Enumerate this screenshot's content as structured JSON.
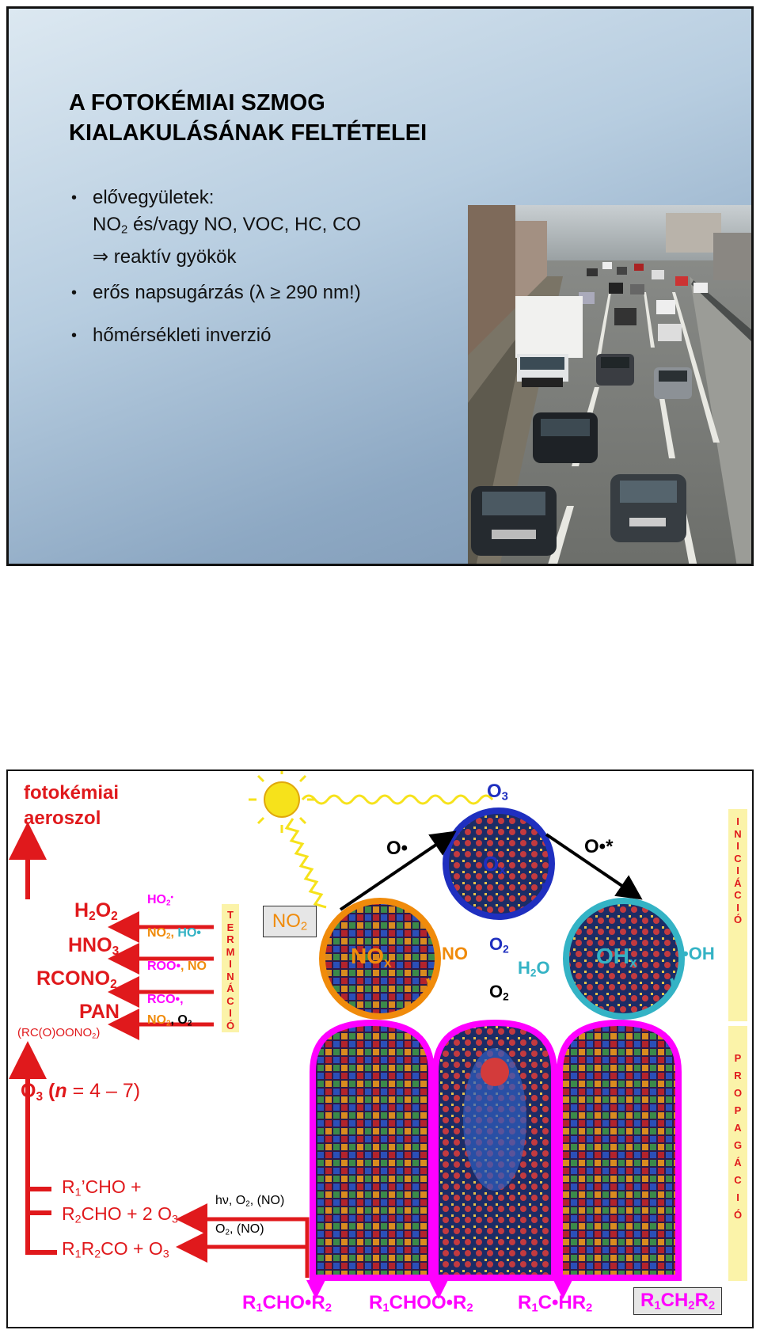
{
  "slide1": {
    "title_line1": "A FOTOKÉMIAI SZMOG",
    "title_line2": "KIALAKULÁSÁNAK FELTÉTELEI",
    "bullet1_text": "elővegyületek:",
    "bullet1_line2_prefix": "NO",
    "bullet1_line2_sub": "2",
    "bullet1_line2_rest": " és/vagy NO, VOC, HC, CO",
    "bullet1_line3_arrow": "⇒",
    "bullet1_line3_text": " reaktív gyökök",
    "bullet2_text_a": "erős napsugárzás (",
    "bullet2_lambda": "λ",
    "bullet2_geq": " ≥ ",
    "bullet2_text_b": "290 nm!)",
    "bullet3_text": "hőmérsékleti inverzió",
    "bullet_symbol": "•"
  },
  "slide2": {
    "aerosol_line1": "fotokémiai",
    "aerosol_line2": "aeroszol",
    "left_products": {
      "h2o2": [
        "H",
        "2",
        "O",
        "2"
      ],
      "hno3": [
        "HNO",
        "3"
      ],
      "rcono2": [
        "RCONO",
        "2"
      ],
      "pan": "PAN",
      "pan_formula": [
        "(RC(O)OONO",
        "2",
        ")"
      ]
    },
    "termination_reactants": {
      "r1": [
        "HO",
        "2",
        "•"
      ],
      "r2a": [
        "NO",
        "2",
        ", "
      ],
      "r2b": "HO•",
      "r3a": "ROO•",
      "r3b": ", NO",
      "r4": "RCO•,",
      "r5a": [
        "NO",
        "2",
        ", O",
        "2"
      ]
    },
    "terminacio_letters": [
      "T",
      "E",
      "R",
      "M",
      "I",
      "N",
      "Á",
      "C",
      "I",
      "Ó"
    ],
    "no2_box": [
      "NO",
      "2"
    ],
    "o3_n": {
      "o": "O",
      "sub": "3",
      "paren_open": " (",
      "n": "n",
      "eq": " = 4 – 7)"
    },
    "bottom_products": {
      "l1": [
        "R",
        "1",
        "’CHO +"
      ],
      "l2": [
        "R",
        "2",
        "CHO + 2 O",
        "3"
      ],
      "l3": [
        "R",
        "1",
        "R",
        "2",
        "CO + O",
        "3"
      ]
    },
    "conditions": {
      "c1": [
        "hν, O",
        "2",
        ", (NO)"
      ],
      "c2": [
        "O",
        "2",
        ", (NO)"
      ]
    },
    "cycle": {
      "o3_top": [
        "O",
        "3"
      ],
      "o_dot": "O•",
      "o_star": "O•*",
      "nox": [
        "NO",
        "x"
      ],
      "ox": [
        "O",
        "x"
      ],
      "ohx": [
        "OH",
        "x"
      ],
      "no": "NO",
      "o2_a": [
        "O",
        "2"
      ],
      "h2o": [
        "H",
        "2",
        "O"
      ],
      "o2_b": [
        "O",
        "2"
      ],
      "oh": "•OH"
    },
    "iniciacio_letters": [
      "I",
      "N",
      "I",
      "C",
      "I",
      "Á",
      "C",
      "I",
      "Ó"
    ],
    "propagacio_letters": [
      "P",
      "R",
      "O",
      "P",
      "A",
      "G",
      "Á",
      "C",
      "I",
      "Ó"
    ],
    "bottom_formulas": {
      "f1": [
        "R",
        "1",
        "CHO•R",
        "2"
      ],
      "f2": [
        "R",
        "1",
        "CHOO•R",
        "2"
      ],
      "f3": [
        "R",
        "1",
        "C•HR",
        "2"
      ],
      "f4": [
        "R",
        "1",
        "CH",
        "2",
        "R",
        "2"
      ]
    },
    "colors": {
      "red": "#e0191c",
      "magenta": "#ff00ff",
      "nox_ring": "#f08b0b",
      "ox_ring": "#1f2fbf",
      "ohx_ring": "#34b3c5",
      "sun": "#f6e21b"
    }
  }
}
